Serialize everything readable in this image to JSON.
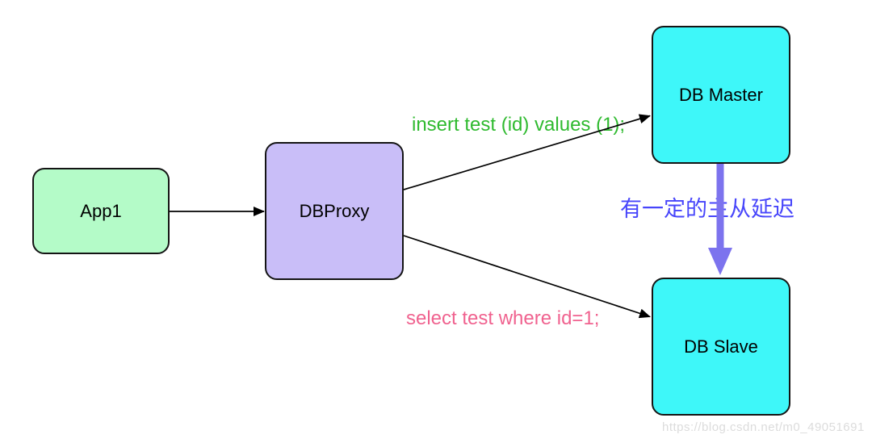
{
  "diagram": {
    "nodes": [
      {
        "id": "app1",
        "label": "App1",
        "fill": "#b4fbc8"
      },
      {
        "id": "dbproxy",
        "label": "DBProxy",
        "fill": "#c9bef8"
      },
      {
        "id": "db-master",
        "label": "DB Master",
        "fill": "#3ef7f9"
      },
      {
        "id": "db-slave",
        "label": "DB Slave",
        "fill": "#3ef7f9"
      }
    ],
    "edges": [
      {
        "id": "app1-to-dbproxy",
        "from": "App1",
        "to": "DBProxy",
        "label": "",
        "color": "#000000"
      },
      {
        "id": "dbproxy-to-db-master",
        "from": "DBProxy",
        "to": "DB Master",
        "label": "insert test (id) values (1);",
        "label_color": "#2fba2f",
        "color": "#000000"
      },
      {
        "id": "dbproxy-to-db-slave",
        "from": "DBProxy",
        "to": "DB Slave",
        "label": "select test where id=1;",
        "label_color": "#f0628f",
        "color": "#000000"
      },
      {
        "id": "db-master-to-db-slave",
        "from": "DB Master",
        "to": "DB Slave",
        "label": "有一定的主从延迟",
        "label_color": "#4745fb",
        "color": "#7c73ee"
      }
    ],
    "watermark": "https://blog.csdn.net/m0_49051691"
  }
}
